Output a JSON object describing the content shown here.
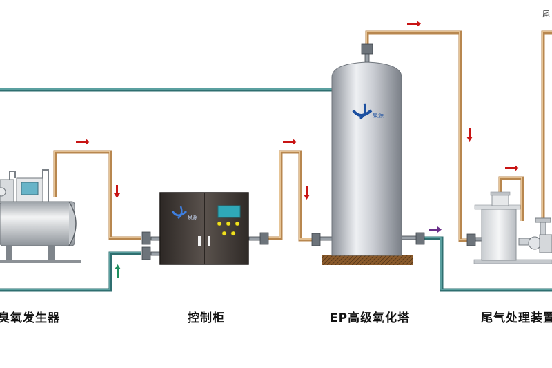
{
  "labels": {
    "generator": "臭氧发生器",
    "control_cabinet": "控制柜",
    "tower": "EP高级氧化塔",
    "tail_gas": "尾气处理装置"
  },
  "top_right_text": "尾",
  "logo": {
    "text": "泉源"
  },
  "colors": {
    "water_pipe": "#3f8585",
    "gas_pipe": "#d9b07a",
    "arrow_flow": "#cc1111",
    "arrow_return": "#2a9a6a",
    "arrow_outlet": "#7a3f9a",
    "brand_blue": "#1b4fa0",
    "cabinet": "#3d3734"
  },
  "icons": [
    "flow-arrow-icon",
    "pipe-flange-icon",
    "brand-logo-icon",
    "pump-icon",
    "panel-screen-icon"
  ]
}
